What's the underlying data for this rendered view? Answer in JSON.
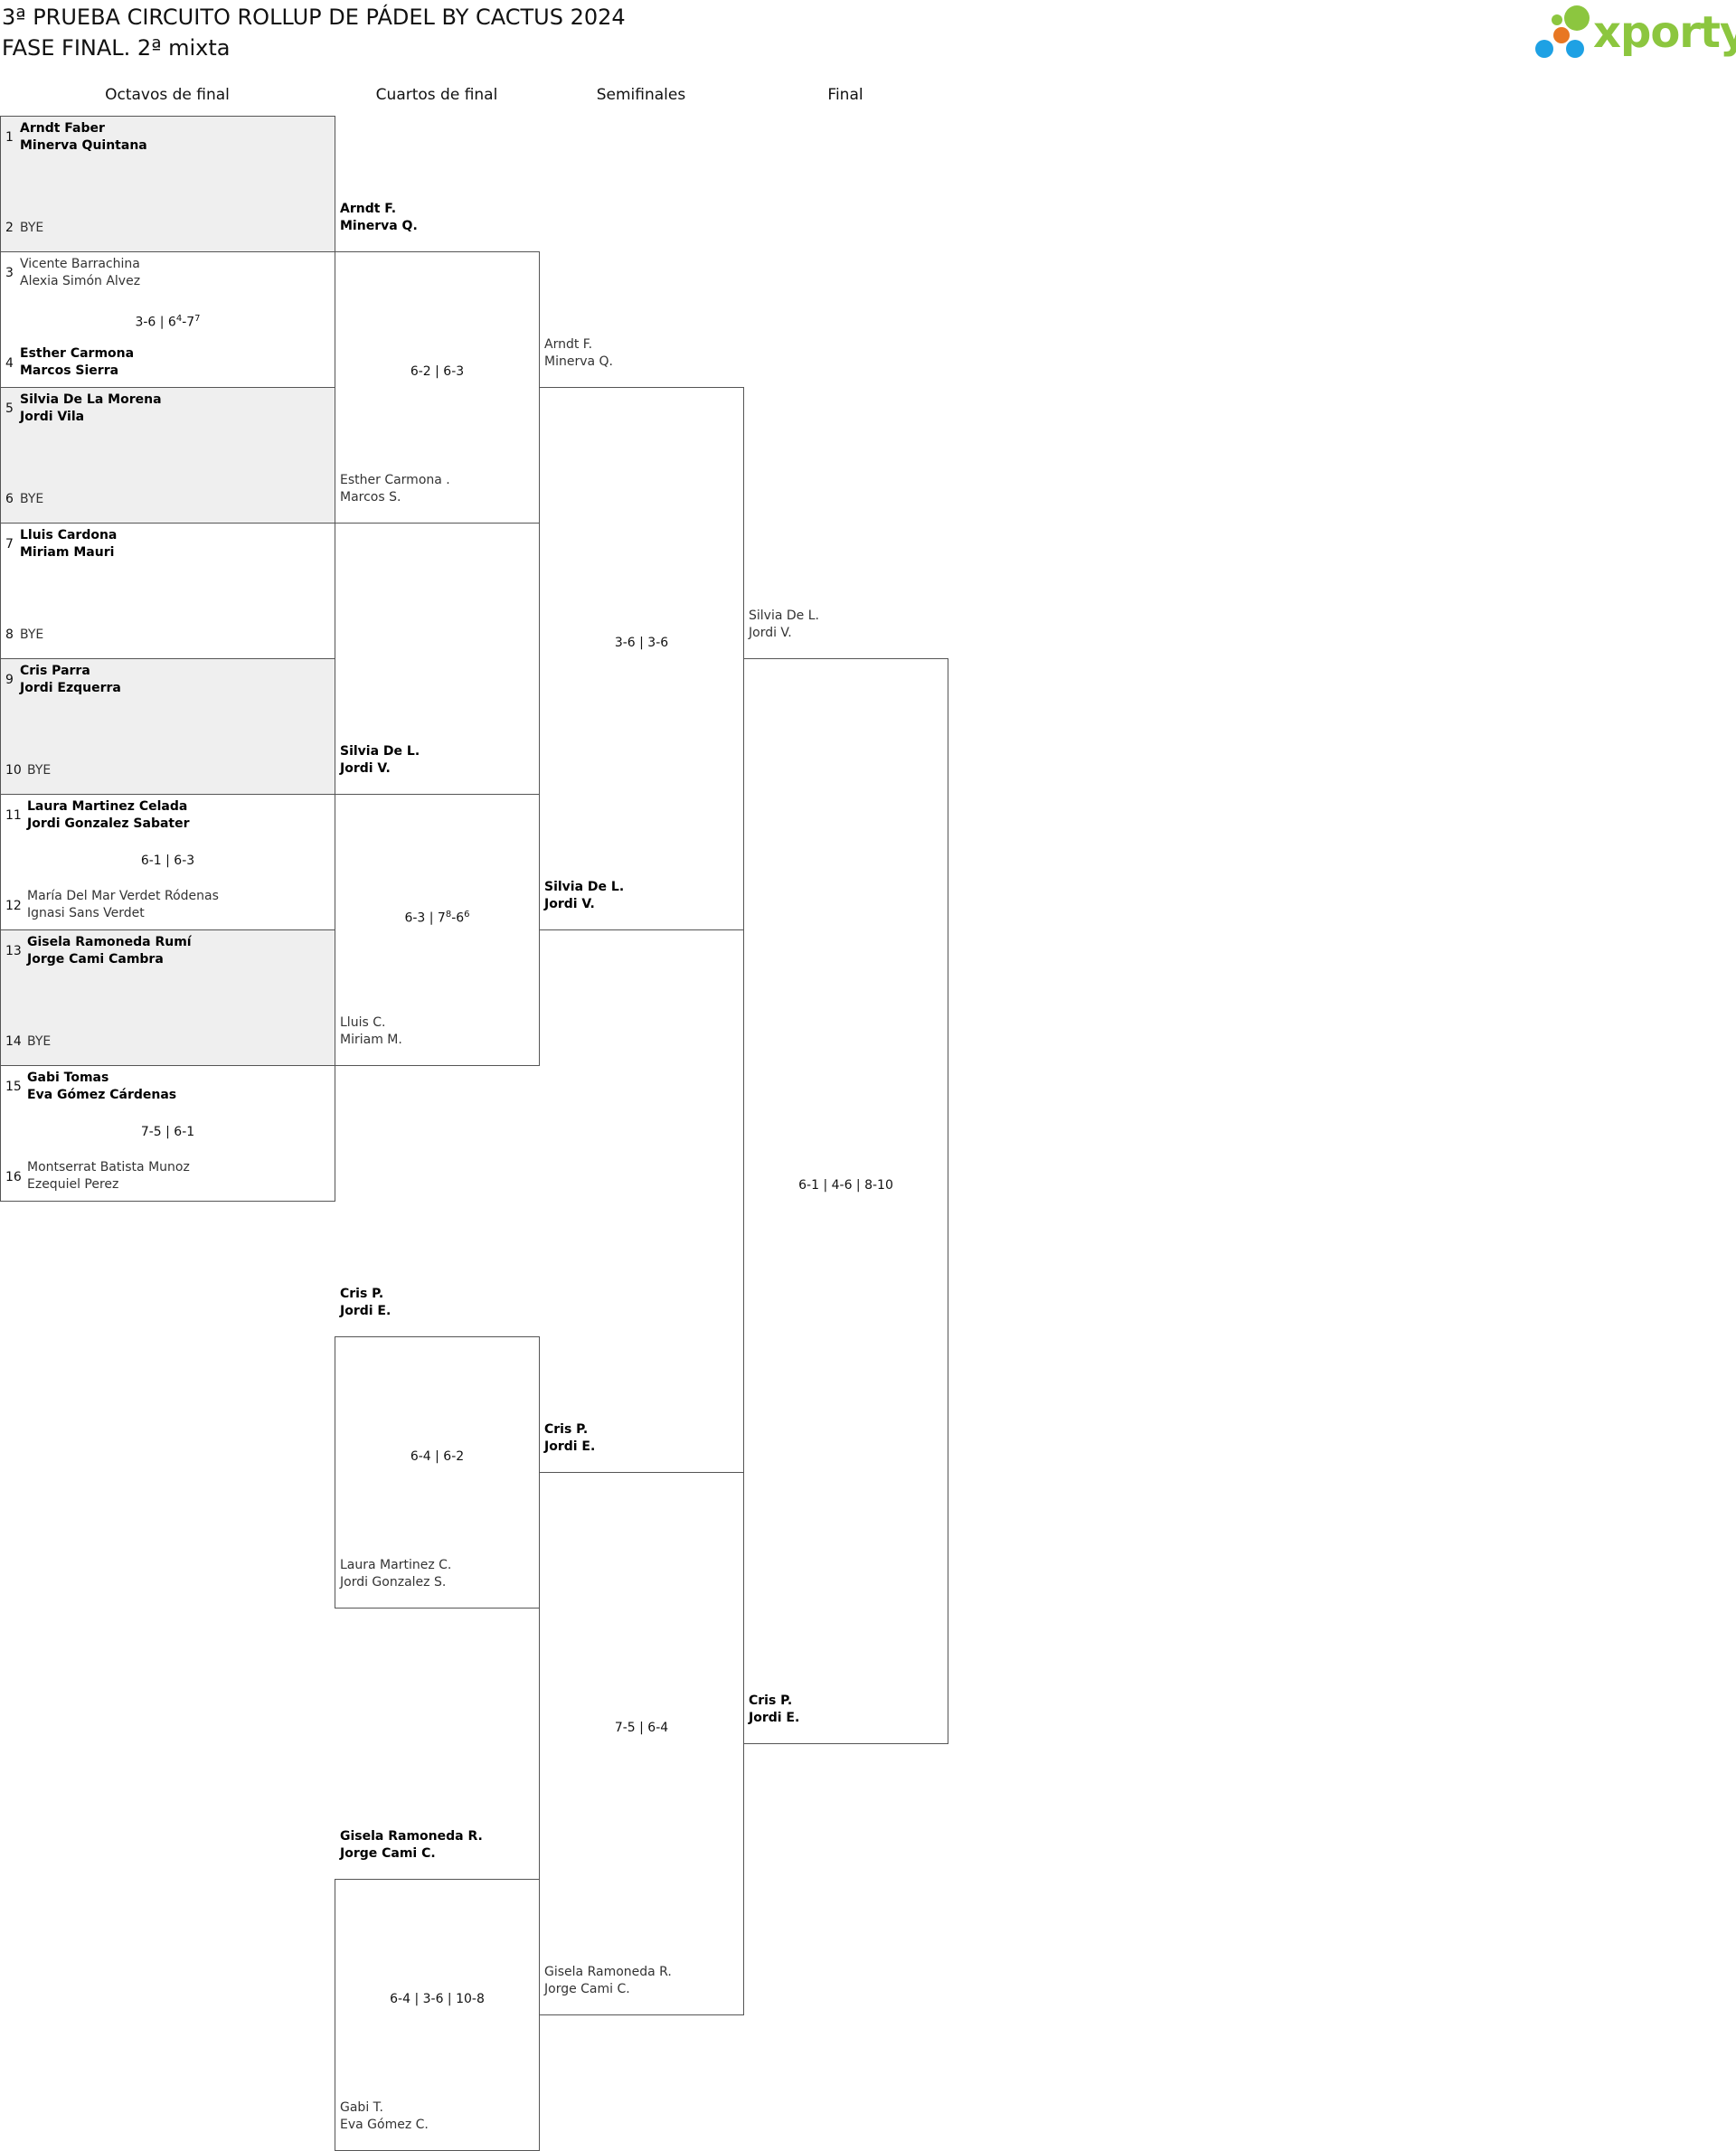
{
  "header": {
    "title": "3ª PRUEBA CIRCUITO ROLLUP DE PÁDEL BY CACTUS 2024",
    "subtitle": "FASE FINAL. 2ª mixta"
  },
  "logo": {
    "text": "xporty",
    "colors": [
      "#8cc63f",
      "#e87722",
      "#1ea1e4"
    ]
  },
  "rounds": [
    "Octavos de final",
    "Cuartos de final",
    "Semifinales",
    "Final"
  ],
  "r16": [
    {
      "seed_a": "1",
      "a": [
        "Arndt Faber",
        "Minerva Quintana"
      ],
      "seed_b": "2",
      "b": [
        "BYE",
        ""
      ],
      "score": "",
      "winner": "a"
    },
    {
      "seed_a": "3",
      "a": [
        "Vicente Barrachina",
        "Alexia Simón Alvez"
      ],
      "seed_b": "4",
      "b": [
        "Esther Carmona",
        "Marcos Sierra"
      ],
      "score": "3-6 | 6⁴-7⁷",
      "winner": "b"
    },
    {
      "seed_a": "5",
      "a": [
        "Silvia De La Morena",
        "Jordi Vila"
      ],
      "seed_b": "6",
      "b": [
        "BYE",
        ""
      ],
      "score": "",
      "winner": "a"
    },
    {
      "seed_a": "7",
      "a": [
        "Lluis Cardona",
        "Miriam Mauri"
      ],
      "seed_b": "8",
      "b": [
        "BYE",
        ""
      ],
      "score": "",
      "winner": "a"
    },
    {
      "seed_a": "9",
      "a": [
        "Cris Parra",
        "Jordi Ezquerra"
      ],
      "seed_b": "10",
      "b": [
        "BYE",
        ""
      ],
      "score": "",
      "winner": "a"
    },
    {
      "seed_a": "11",
      "a": [
        "Laura Martinez Celada",
        "Jordi Gonzalez Sabater"
      ],
      "seed_b": "12",
      "b": [
        "María Del Mar Verdet Ródenas",
        "Ignasi Sans Verdet"
      ],
      "score": "6-1 | 6-3",
      "winner": "a"
    },
    {
      "seed_a": "13",
      "a": [
        "Gisela Ramoneda Rumí",
        "Jorge Cami Cambra"
      ],
      "seed_b": "14",
      "b": [
        "BYE",
        ""
      ],
      "score": "",
      "winner": "a"
    },
    {
      "seed_a": "15",
      "a": [
        "Gabi Tomas",
        "Eva Gómez Cárdenas"
      ],
      "seed_b": "16",
      "b": [
        "Montserrat Batista Munoz",
        "Ezequiel Perez"
      ],
      "score": "7-5 | 6-1",
      "winner": "a"
    }
  ],
  "qf": [
    {
      "a": [
        "Arndt F.",
        "Minerva Q."
      ],
      "b": [
        "Esther Carmona .",
        "Marcos S."
      ],
      "score": "6-2 | 6-3",
      "winner": "a"
    },
    {
      "a": [
        "Silvia De L.",
        "Jordi V."
      ],
      "b": [
        "Lluis C.",
        "Miriam M."
      ],
      "score": "6-3 | 7⁸-6⁶",
      "winner": "a"
    },
    {
      "a": [
        "Cris P.",
        "Jordi E."
      ],
      "b": [
        "Laura Martinez C.",
        "Jordi Gonzalez S."
      ],
      "score": "6-4 | 6-2",
      "winner": "a"
    },
    {
      "a": [
        "Gisela Ramoneda R.",
        "Jorge Cami C."
      ],
      "b": [
        "Gabi T.",
        "Eva Gómez C."
      ],
      "score": "6-4 | 3-6 | 10-8",
      "winner": "a"
    }
  ],
  "sf": [
    {
      "a": [
        "Arndt F.",
        "Minerva Q."
      ],
      "b": [
        "Silvia De L.",
        "Jordi V."
      ],
      "score": "3-6 | 3-6",
      "winner": "b"
    },
    {
      "a": [
        "Cris P.",
        "Jordi E."
      ],
      "b": [
        "Gisela Ramoneda R.",
        "Jorge Cami C."
      ],
      "score": "7-5 | 6-4",
      "winner": "a"
    }
  ],
  "final": {
    "a": [
      "Silvia De L.",
      "Jordi V."
    ],
    "b": [
      "Cris P.",
      "Jordi E."
    ],
    "score": "6-1 | 4-6 | 8-10",
    "winner": "b"
  }
}
